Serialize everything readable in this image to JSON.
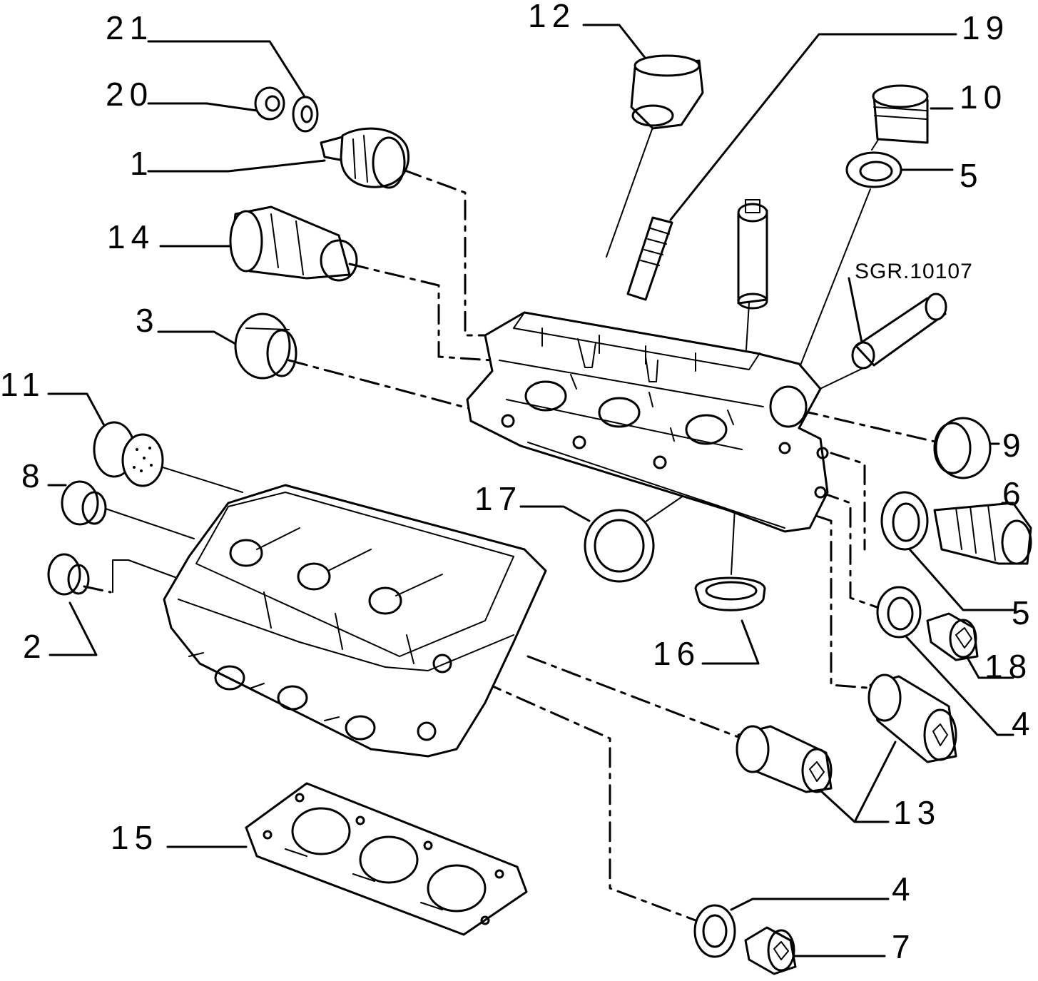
{
  "figure": {
    "reference_code": "SGR.10107",
    "callouts": [
      {
        "id": "c21",
        "label": "21"
      },
      {
        "id": "c20",
        "label": "20"
      },
      {
        "id": "c1",
        "label": "1"
      },
      {
        "id": "c14",
        "label": "14"
      },
      {
        "id": "c3",
        "label": "3"
      },
      {
        "id": "c11",
        "label": "11"
      },
      {
        "id": "c8",
        "label": "8"
      },
      {
        "id": "c2",
        "label": "2"
      },
      {
        "id": "c12",
        "label": "12"
      },
      {
        "id": "c19",
        "label": "19"
      },
      {
        "id": "c10",
        "label": "10"
      },
      {
        "id": "c5a",
        "label": "5"
      },
      {
        "id": "c9",
        "label": "9"
      },
      {
        "id": "c6",
        "label": "6"
      },
      {
        "id": "c5b",
        "label": "5"
      },
      {
        "id": "c17",
        "label": "17"
      },
      {
        "id": "c16",
        "label": "16"
      },
      {
        "id": "c18",
        "label": "18"
      },
      {
        "id": "c4a",
        "label": "4"
      },
      {
        "id": "c13",
        "label": "13"
      },
      {
        "id": "c15",
        "label": "15"
      },
      {
        "id": "c4b",
        "label": "4"
      },
      {
        "id": "c7",
        "label": "7"
      }
    ]
  }
}
